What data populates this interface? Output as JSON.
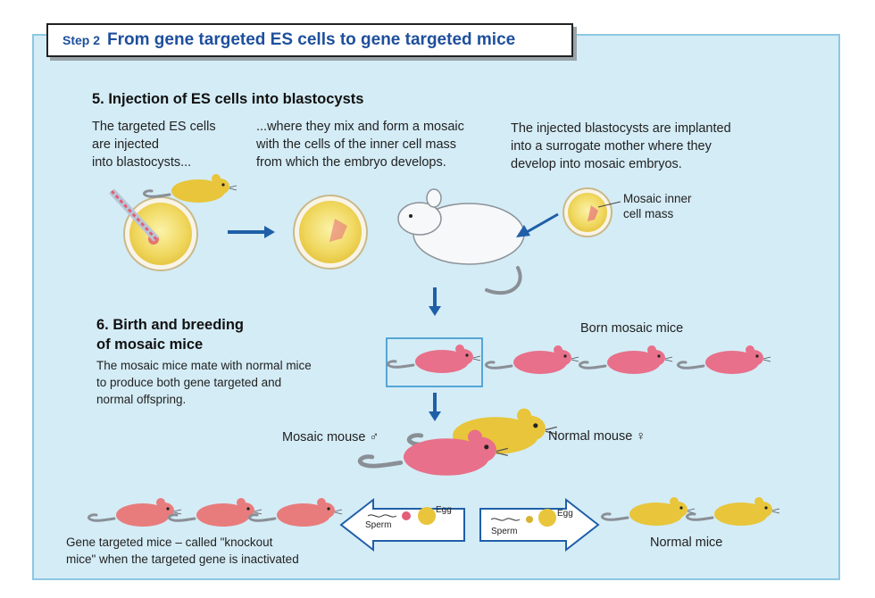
{
  "header": {
    "step": "Step 2",
    "title": "From gene targeted ES cells to gene targeted mice"
  },
  "section5": {
    "heading": "5.  Injection of ES  cells into blastocysts",
    "caption1": "The targeted ES cells\nare injected\ninto blastocysts...",
    "caption2": "...where they mix and form a mosaic\nwith the cells of the inner cell mass\nfrom which the embryo develops.",
    "caption3": "The injected blastocysts are implanted\ninto a surrogate mother where they\ndevelop into mosaic embryos.",
    "mosaic_label": "Mosaic inner\ncell mass"
  },
  "section6": {
    "heading": "6.  Birth and breeding\nof mosaic mice",
    "body": "The mosaic mice mate with normal mice\nto produce both gene targeted and\nnormal offspring.",
    "born_label": "Born mosaic mice",
    "mosaic_mouse_label": "Mosaic mouse ♂",
    "normal_mouse_label": "Normal mouse ♀",
    "sperm_label_left": "Sperm",
    "egg_label_left": "Egg",
    "sperm_label_right": "Sperm",
    "egg_label_right": "Egg",
    "knockout_label": "Gene targeted mice – called \"knockout\nmice\" when the targeted gene is inactivated",
    "normal_label": "Normal mice"
  },
  "colors": {
    "panel": "#d4ecf6",
    "arrow": "#1f5fa8",
    "mosaic_mouse": "#e8708a",
    "normal_mouse": "#e8c53a",
    "knockout_mouse": "#e87c7c",
    "blastocyst": "#f3e37a"
  }
}
